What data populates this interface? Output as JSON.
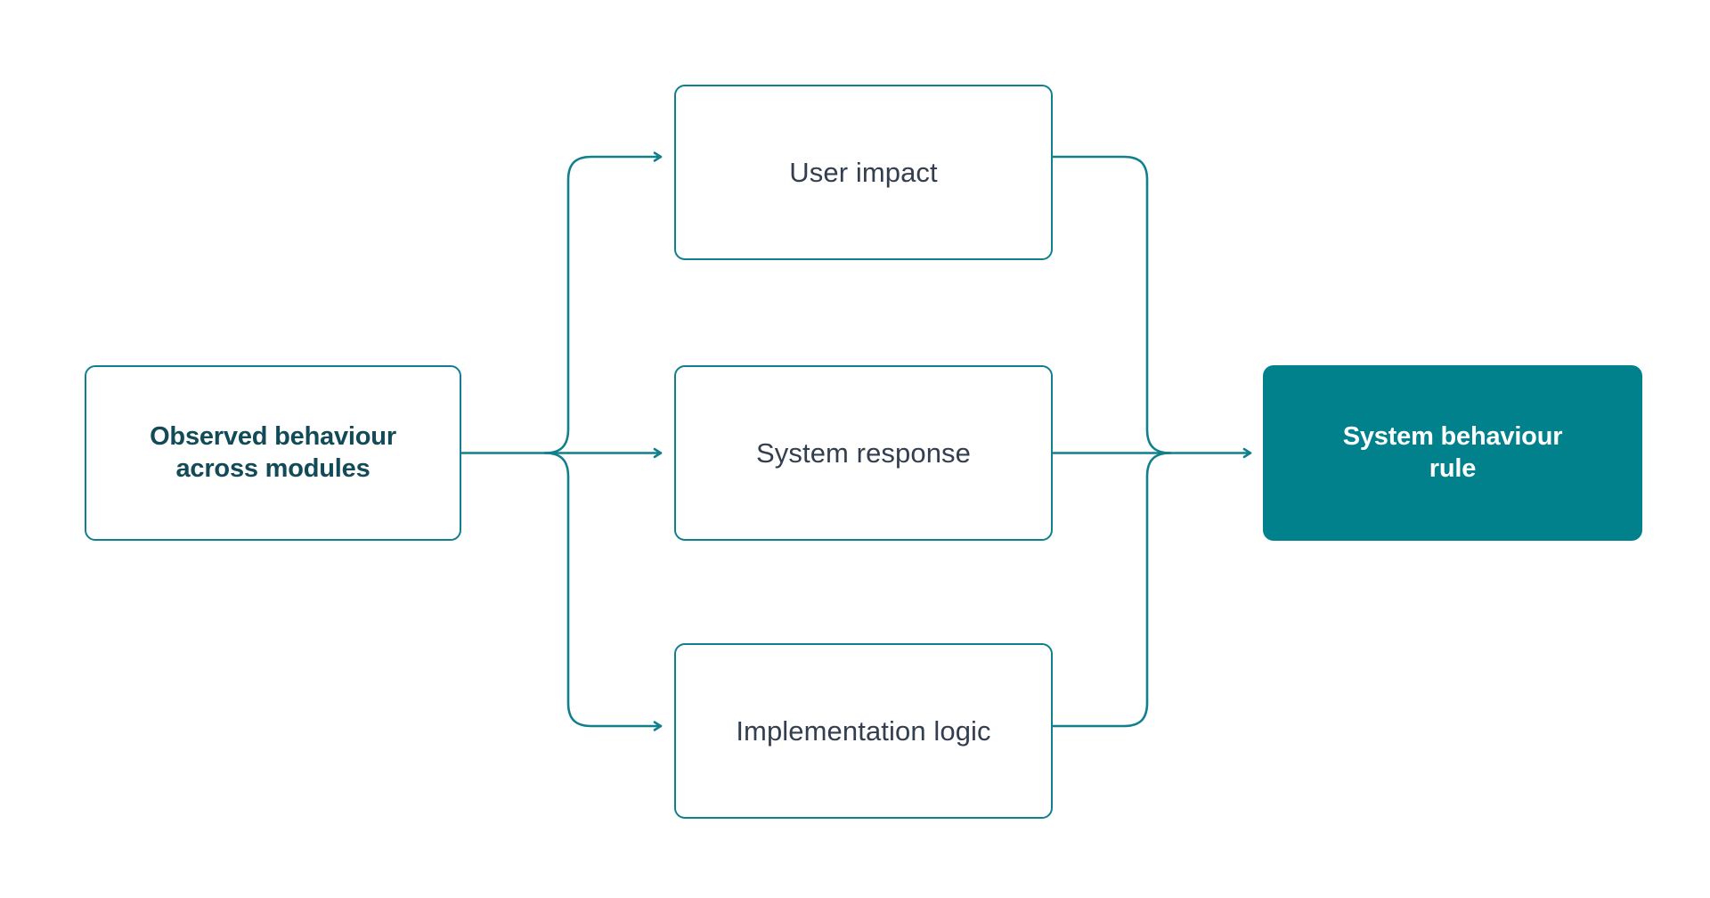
{
  "diagram": {
    "type": "flowchart",
    "orientation": "left-to-right",
    "background_color": "#ffffff",
    "accent_color": "#00818C",
    "line_color": "#11808C",
    "plain_text_color": "#333E4F",
    "bold_text_color": "#124B57",
    "nodes": [
      {
        "id": "source",
        "label": "Observed behaviour\nacross modules",
        "style": "outlined",
        "fill": "#ffffff",
        "border": "#11808C",
        "text_color": "#124B57",
        "emphasis": "bold"
      },
      {
        "id": "user-impact",
        "label": "User impact",
        "style": "outlined",
        "fill": "#ffffff",
        "border": "#11808C",
        "text_color": "#333E4F",
        "emphasis": "regular"
      },
      {
        "id": "system-response",
        "label": "System response",
        "style": "outlined",
        "fill": "#ffffff",
        "border": "#11808C",
        "text_color": "#333E4F",
        "emphasis": "regular"
      },
      {
        "id": "implementation-logic",
        "label": "Implementation logic",
        "style": "outlined",
        "fill": "#ffffff",
        "border": "#11808C",
        "text_color": "#333E4F",
        "emphasis": "regular"
      },
      {
        "id": "target",
        "label": "System behaviour\nrule",
        "style": "filled",
        "fill": "#00818C",
        "border": "none",
        "text_color": "#ffffff",
        "emphasis": "bold"
      }
    ],
    "edges": [
      {
        "from": "source",
        "to": "user-impact",
        "arrowhead": true
      },
      {
        "from": "source",
        "to": "system-response",
        "arrowhead": true
      },
      {
        "from": "source",
        "to": "implementation-logic",
        "arrowhead": true
      },
      {
        "from": "user-impact",
        "to": "target",
        "arrowhead": true
      },
      {
        "from": "system-response",
        "to": "target",
        "arrowhead": true
      },
      {
        "from": "implementation-logic",
        "to": "target",
        "arrowhead": true
      }
    ]
  }
}
